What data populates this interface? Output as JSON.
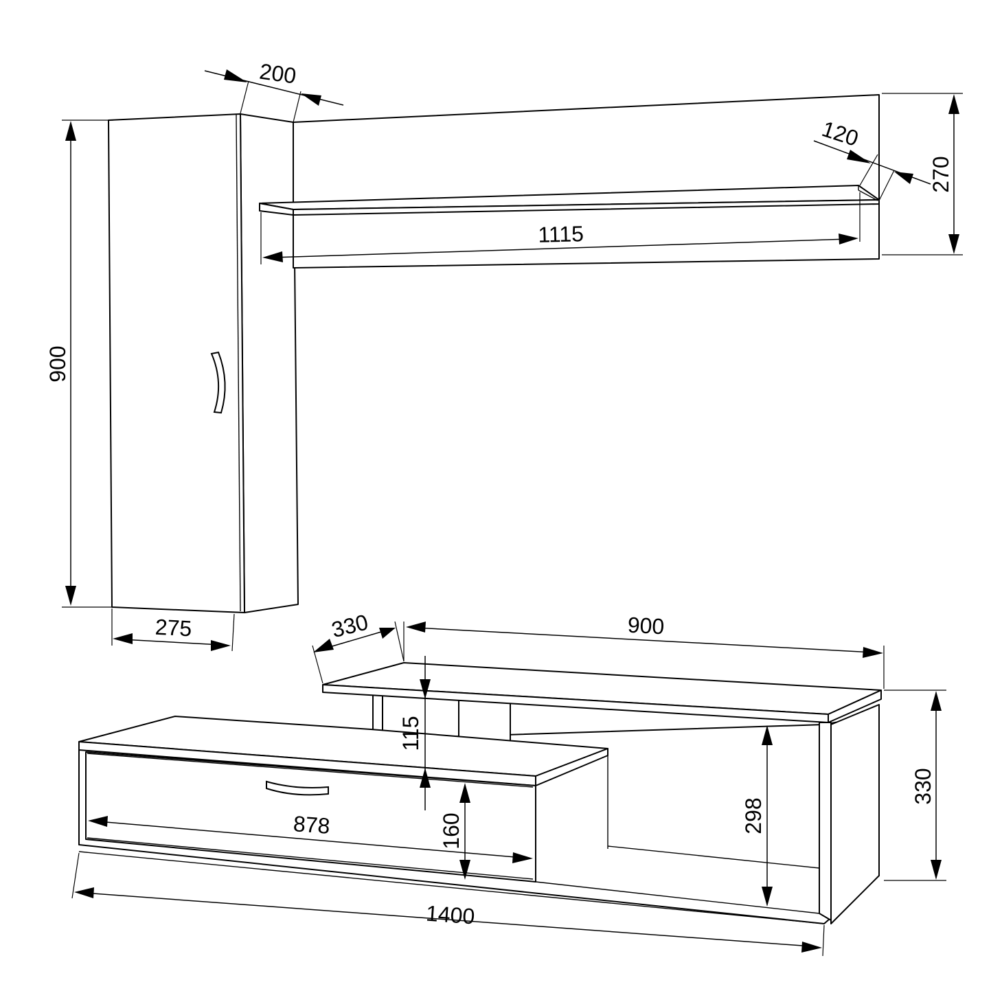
{
  "colors": {
    "line": "#000000",
    "background": "#ffffff"
  },
  "dimensions": {
    "cabinet_height": "900",
    "cabinet_depth": "200",
    "cabinet_width": "275",
    "shelf_length": "1115",
    "shelf_depth": "120",
    "shelf_panel_height": "270",
    "tv_top_depth": "330",
    "tv_top_width": "900",
    "tv_riser_height": "115",
    "tv_unit_height": "330",
    "tv_inner_height": "298",
    "drawer_height": "160",
    "drawer_width": "878",
    "tv_total_width": "1400"
  }
}
